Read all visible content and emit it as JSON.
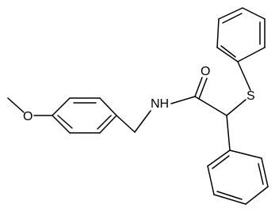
{
  "molecule": {
    "atoms": {
      "o_methoxy": "O",
      "n_amide": "NH",
      "o_carbonyl": "O",
      "s_thioether": "S"
    }
  }
}
